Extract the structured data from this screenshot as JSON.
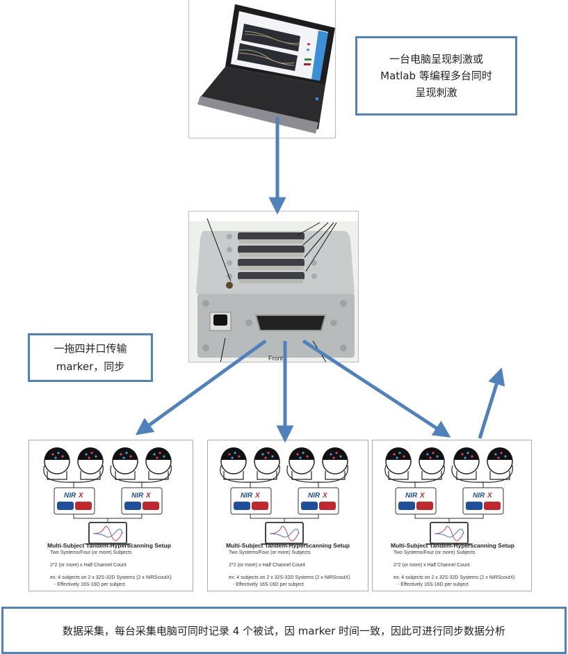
{
  "diagram": {
    "callouts": {
      "stimulus": {
        "lines": [
          "一台电脑呈现刺激或",
          "Matlab 等编程多台同时",
          "呈现刺激"
        ]
      },
      "parallel_port": {
        "lines": [
          "一拖四并口传输",
          "marker，同步"
        ]
      },
      "data_collection": {
        "text": "数据采集，每台采集电脑可同时记录 4 个被试，因 marker 时间一致，因此可进行同步数据分析"
      }
    },
    "splitter": {
      "label": "Front"
    },
    "setup_panels": [
      {
        "brand": "NIRX",
        "title": "Multi-Subject Tandem-Hyperscanning Setup",
        "subtitle": "Two Systems/Four (or more) Subjects",
        "channel_note": "2*2 (or more) x Half Channel Count",
        "example": "ex: 4 subjects on 2 x 32S-32D Systems (2 x NIRScoutX)",
        "effective": "- Effectively 16S-16D per subject"
      },
      {
        "brand": "NIRX",
        "title": "Multi-Subject Tandem-Hyperscanning Setup",
        "subtitle": "Two Systems/Four (or more) Subjects",
        "channel_note": "2*2 (or more) x Half Channel Count",
        "example": "ex: 4 subjects on 2 x 32S-32D Systems (2 x NIRScoutX)",
        "effective": "- Effectively 16S-16D per subject"
      },
      {
        "brand": "NIRX",
        "title": "Multi-Subject Tandem-Hyperscanning Setup",
        "subtitle": "Two Systems/Four (or more) Subjects",
        "channel_note": "2*2 (or more) x Half Channel Count",
        "example": "ex: 4 subjects on 2 x 32S-32D Systems (2 x NIRScoutX)",
        "effective": "- Effectively 16S-16D per subject"
      }
    ],
    "colors": {
      "arrow": "#4f81bd",
      "callout_border": "#4f81bd",
      "nirx_blue": "#1f4e9c",
      "nirx_red": "#c0282d"
    }
  }
}
